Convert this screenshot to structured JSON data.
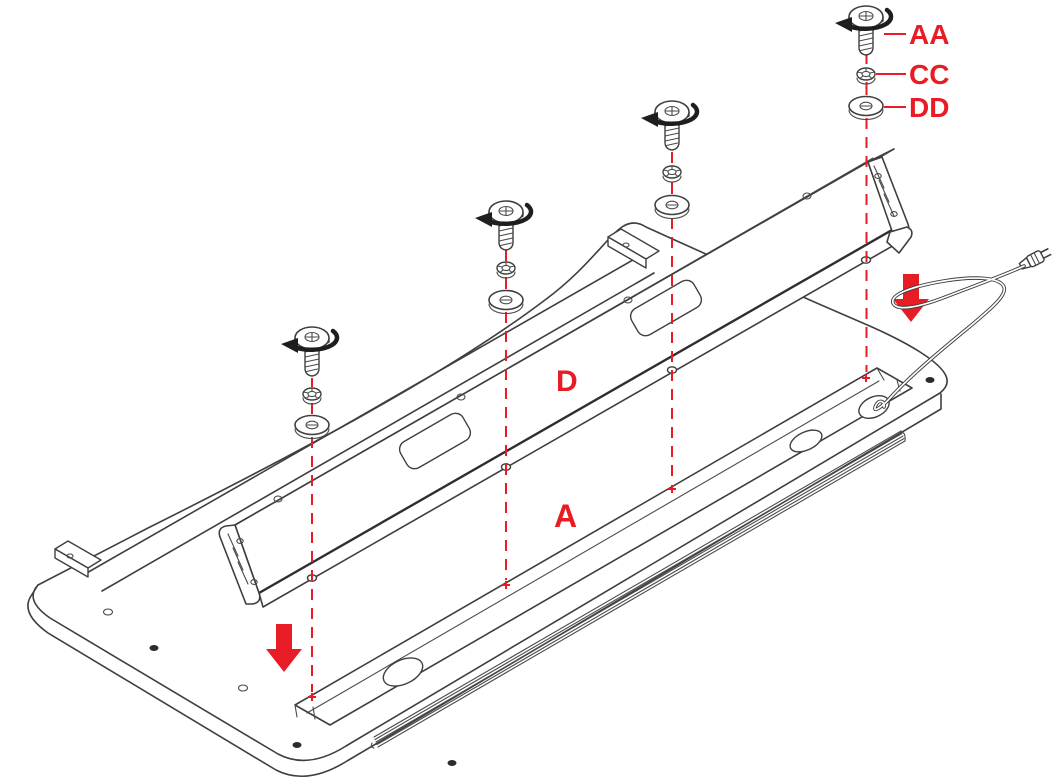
{
  "diagram": {
    "type": "assembly-instruction-step",
    "background": "#ffffff",
    "colors": {
      "annotation_red": "#e81c24",
      "line_art": "#3f3f3f"
    },
    "labels": {
      "screw": "AA",
      "lock_washer": "CC",
      "flat_washer": "DD",
      "bracket": "D",
      "base_panel": "A"
    },
    "callouts": [
      {
        "part": "AA",
        "meaning": "screw-with-rotation-arrow-icon"
      },
      {
        "part": "CC",
        "meaning": "lock-washer-icon"
      },
      {
        "part": "DD",
        "meaning": "flat-washer-icon"
      }
    ],
    "screw_positions_count": 4,
    "insert_arrow_count": 2,
    "has_power_cord": true
  }
}
